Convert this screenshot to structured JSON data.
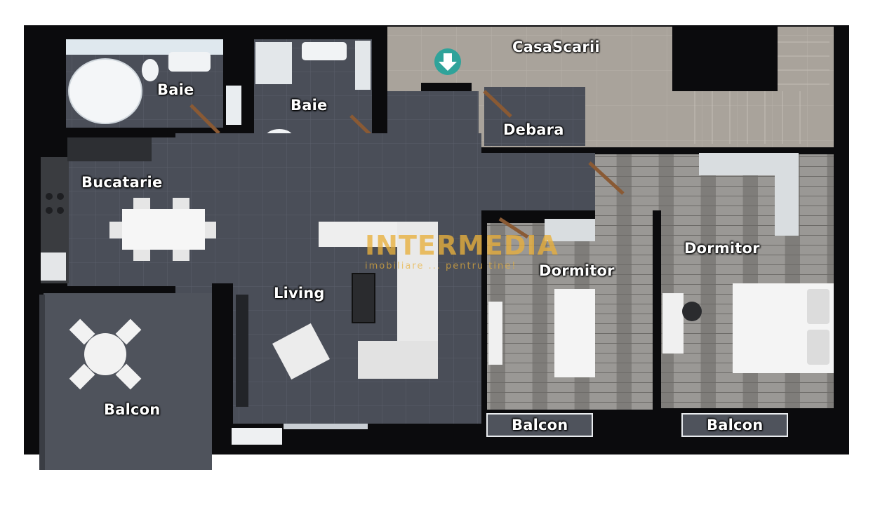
{
  "rooms": {
    "baie_left": "Baie",
    "baie_center": "Baie",
    "casa_scarii": "CasaScarii",
    "debara": "Debara",
    "bucatarie": "Bucatarie",
    "living": "Living",
    "dormitor_center": "Dormitor",
    "dormitor_right": "Dormitor",
    "balcon_left": "Balcon",
    "balcon_center": "Balcon",
    "balcon_right": "Balcon"
  },
  "watermark": {
    "name": "INTERMEDIA",
    "tagline": "imobiliare ... pentru tine!"
  },
  "icons": {
    "entrance": "arrow-down-icon"
  },
  "colors": {
    "wall": "#0b0b0d",
    "floor_tile": "#4a4e58",
    "floor_wood": "#8d8b88",
    "stairwell": "#a9a39b",
    "entrance_marker": "#2fa39a",
    "watermark": "#e8b03c"
  }
}
